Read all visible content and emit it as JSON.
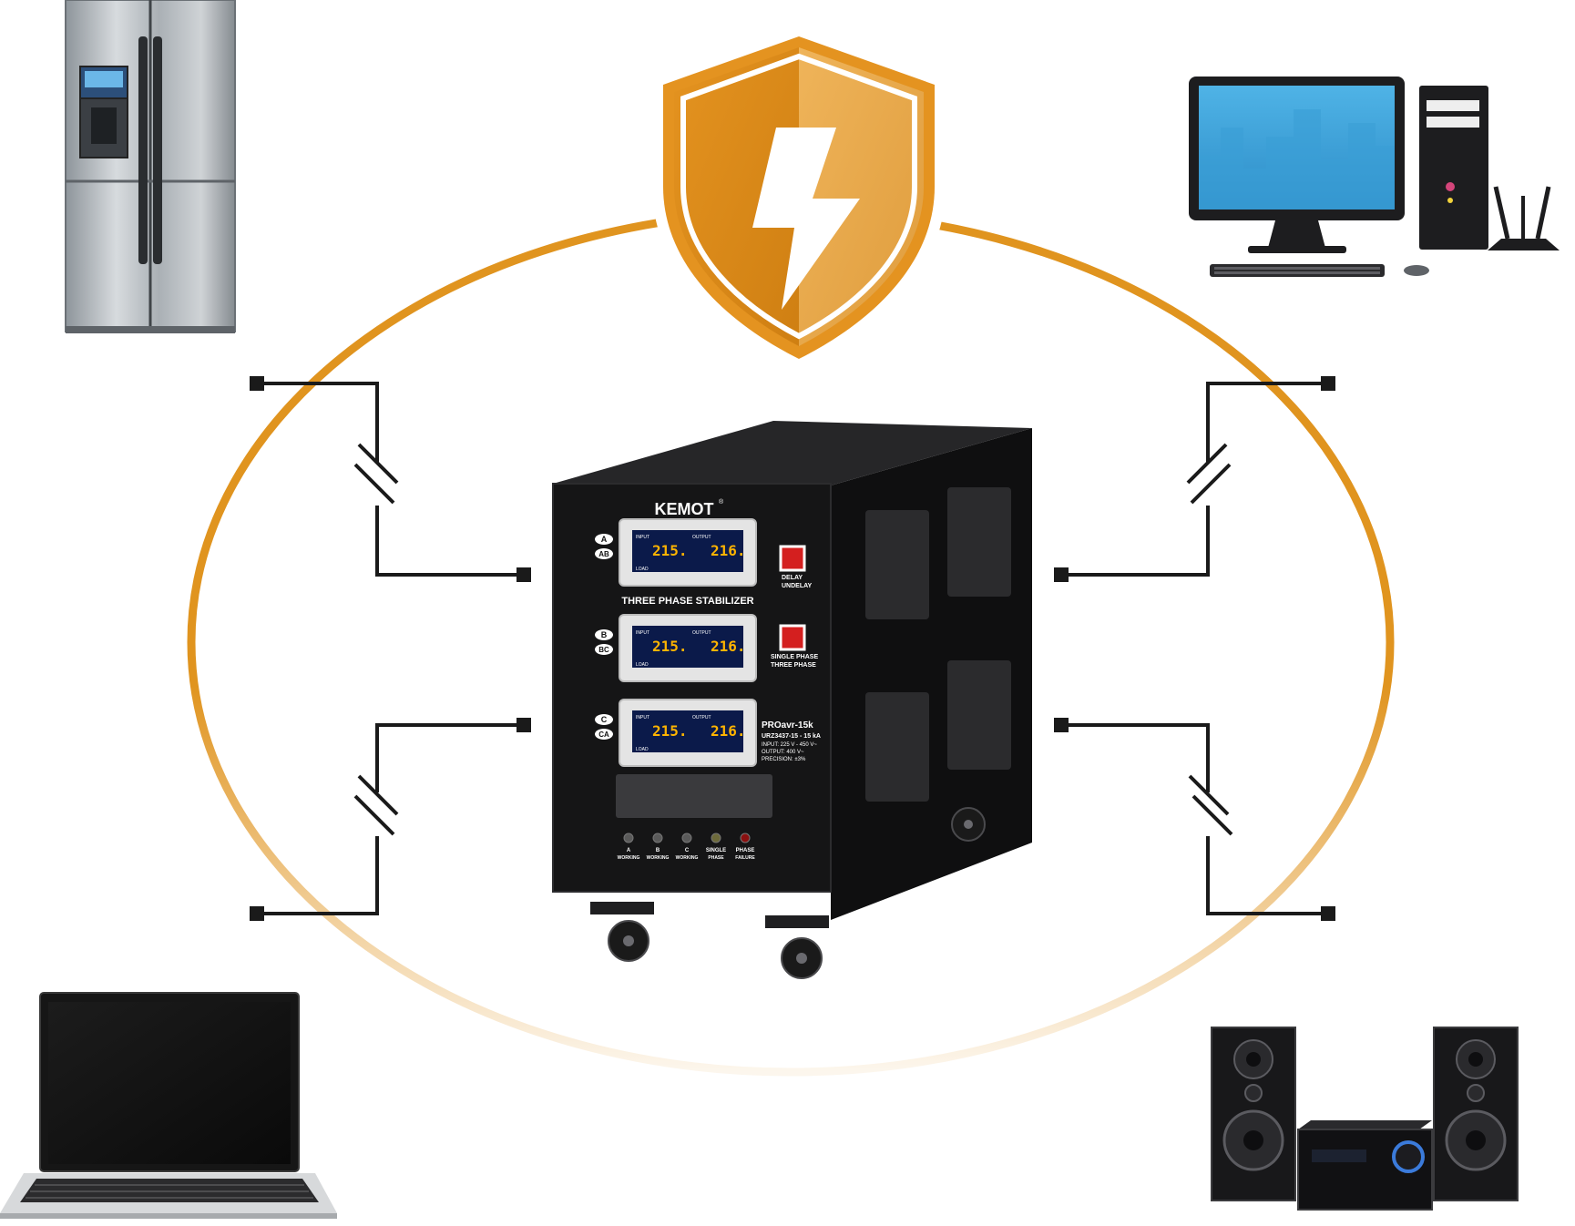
{
  "brand": {
    "logo_text": "KEMOT",
    "trademark": "®"
  },
  "stabilizer": {
    "title": "THREE PHASE STABILIZER",
    "displays": [
      {
        "phase": "A",
        "sub": "AB",
        "input_value": "215.",
        "output_value": "216.",
        "input_label": "INPUT",
        "output_label": "OUTPUT",
        "load_label": "LOAD"
      },
      {
        "phase": "B",
        "sub": "BC",
        "input_value": "215.",
        "output_value": "216.",
        "input_label": "INPUT",
        "output_label": "OUTPUT",
        "load_label": "LOAD"
      },
      {
        "phase": "C",
        "sub": "CA",
        "input_value": "215.",
        "output_value": "216.",
        "input_label": "INPUT",
        "output_label": "OUTPUT",
        "load_label": "LOAD"
      }
    ],
    "switches": [
      {
        "label_on": "DELAY",
        "label_off": "UNDELAY"
      },
      {
        "label_on": "SINGLE PHASE",
        "label_off": "THREE PHASE"
      }
    ],
    "model": {
      "name": "PROavr-15k",
      "code": "URZ3437-15 - 15 kA",
      "input": "INPUT: 225 V - 450 V~",
      "output": "OUTPUT: 400 V~",
      "precision": "PRECISION: ±3%"
    },
    "indicators": [
      {
        "line1": "A",
        "line2": "WORKING",
        "color": "#5a5a5a"
      },
      {
        "line1": "B",
        "line2": "WORKING",
        "color": "#5a5a5a"
      },
      {
        "line1": "C",
        "line2": "WORKING",
        "color": "#5a5a5a"
      },
      {
        "line1": "SINGLE",
        "line2": "PHASE",
        "color": "#6d6a3a"
      },
      {
        "line1": "PHASE",
        "line2": "FAILURE",
        "color": "#8a1010"
      }
    ]
  },
  "colors": {
    "accent_orange": "#e0941f",
    "shield_dark": "#d4861a",
    "shield_light": "#e9a94a",
    "cabinet": "#141414",
    "lcd_bg": "#0b1a4a",
    "lcd_digits": "#ffb400",
    "switch_red": "#d41f1f"
  },
  "icons": [
    "shield-lightning-icon",
    "refrigerator-icon",
    "desktop-computer-icon",
    "wifi-router-icon",
    "laptop-icon",
    "stereo-speakers-icon",
    "circuit-breaker-icon"
  ]
}
